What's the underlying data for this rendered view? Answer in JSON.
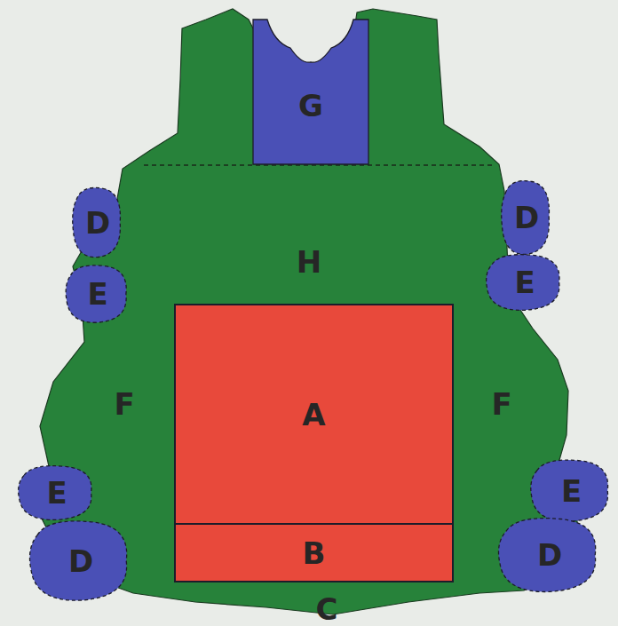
{
  "diagram": {
    "nodes": [
      {
        "text": [
          "G"
        ]
      },
      {
        "text": [
          "D"
        ]
      },
      {
        "text": [
          "D"
        ]
      },
      {
        "text": [
          "E"
        ]
      },
      {
        "text": [
          "E"
        ]
      },
      {
        "text": [
          "A"
        ]
      },
      {
        "text": [
          "E"
        ]
      },
      {
        "text": [
          "E"
        ]
      },
      {
        "text": [
          "B"
        ]
      },
      {
        "text": [
          "D"
        ]
      },
      {
        "text": [
          "D"
        ]
      }
    ],
    "labels": [
      "H",
      "F",
      "F",
      "C"
    ]
  }
}
